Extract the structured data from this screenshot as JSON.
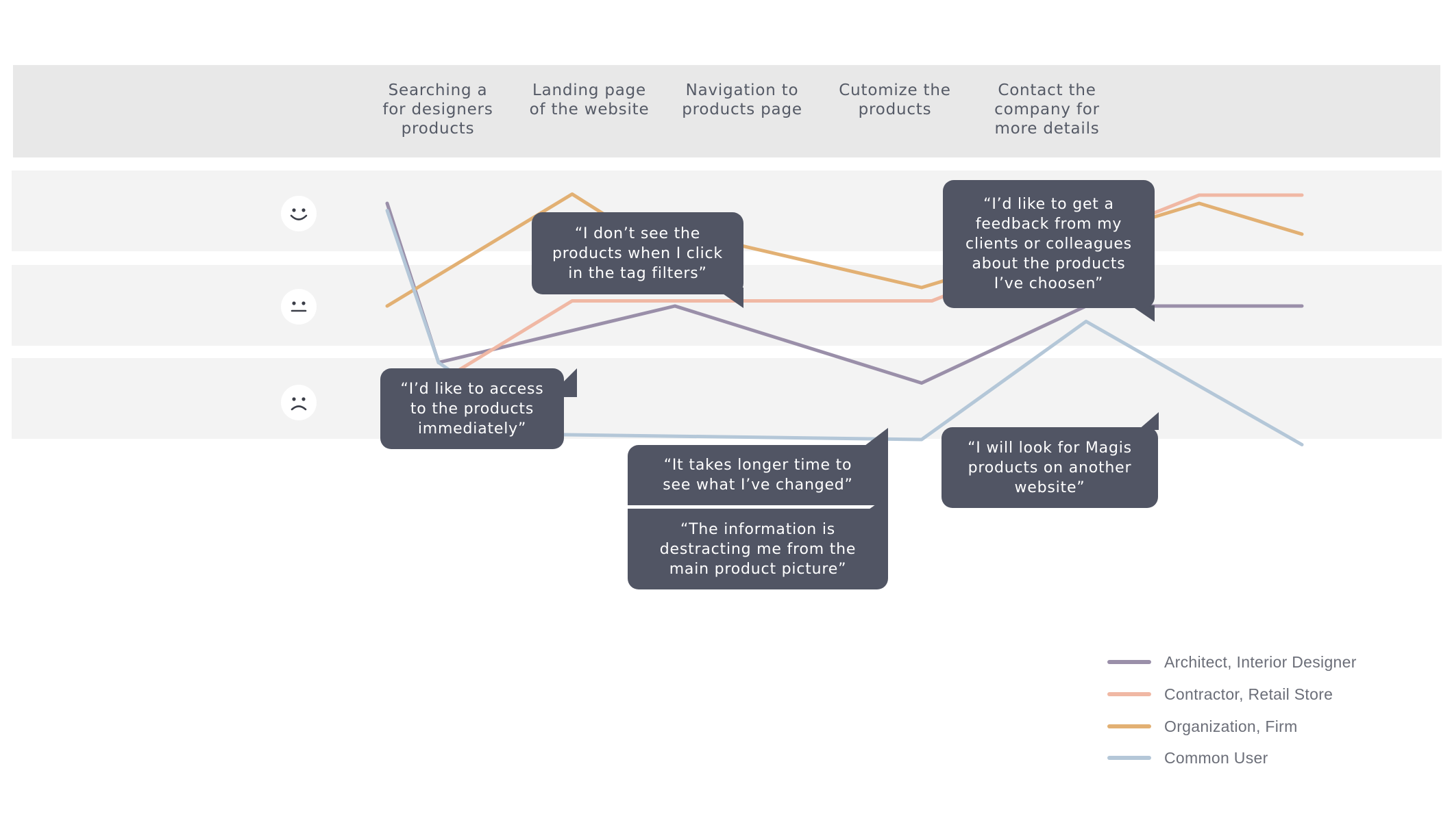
{
  "stages": [
    "Searching a\nfor designers\nproducts",
    "Landing page\nof the website",
    "Navigation to\nproducts page",
    "Cutomize the\nproducts",
    "Contact the\ncompany for\nmore details"
  ],
  "emotions": [
    "happy-icon",
    "neutral-icon",
    "sad-icon"
  ],
  "quotes": [
    "“I’d like to access\nto the products\nimmediately”",
    "“I don’t see the\nproducts when I click\nin the tag filters”",
    "“It takes longer time to\nsee what I’ve changed”",
    "“The information is\ndestracting me from the\nmain product picture”",
    "“I’d like to get a\nfeedback from my\nclients or colleagues\nabout the products\nI’ve choosen”",
    "“I will look for Magis\nproducts on another\nwebsite”"
  ],
  "chart_data": {
    "type": "line",
    "series": [
      {
        "name": "Architect, Interior Designer",
        "color": "#9a8fa9",
        "points": [
          [
            0.55,
            1.0
          ],
          [
            0.8,
            -0.55
          ],
          [
            1.95,
            0.0
          ],
          [
            3.15,
            -0.75
          ],
          [
            3.95,
            0.0
          ],
          [
            5.0,
            0.0
          ]
        ]
      },
      {
        "name": "Contractor, Retail Store",
        "color": "#f0b8a4",
        "points": [
          [
            0.55,
            -1.05
          ],
          [
            1.45,
            0.05
          ],
          [
            3.2,
            0.05
          ],
          [
            4.5,
            1.08
          ],
          [
            5.0,
            1.08
          ]
        ]
      },
      {
        "name": "Organization, Firm",
        "color": "#e2b073",
        "points": [
          [
            0.55,
            0.0
          ],
          [
            1.45,
            1.09
          ],
          [
            1.6,
            0.9
          ],
          [
            3.15,
            0.18
          ],
          [
            4.5,
            1.0
          ],
          [
            5.0,
            0.7
          ]
        ]
      },
      {
        "name": "Common User",
        "color": "#b4c7d8",
        "points": [
          [
            0.55,
            0.93
          ],
          [
            0.8,
            -0.55
          ],
          [
            1.3,
            -1.25
          ],
          [
            3.15,
            -1.3
          ],
          [
            3.95,
            -0.15
          ],
          [
            5.0,
            -1.35
          ]
        ]
      }
    ],
    "legend": [
      {
        "label": "Architect, Interior Designer",
        "color": "#9a8fa9"
      },
      {
        "label": "Contractor, Retail Store",
        "color": "#f0b8a4"
      },
      {
        "label": "Organization, Firm",
        "color": "#e2b073"
      },
      {
        "label": "Common User",
        "color": "#b4c7d8"
      }
    ],
    "legend_position": "bottom-right"
  }
}
